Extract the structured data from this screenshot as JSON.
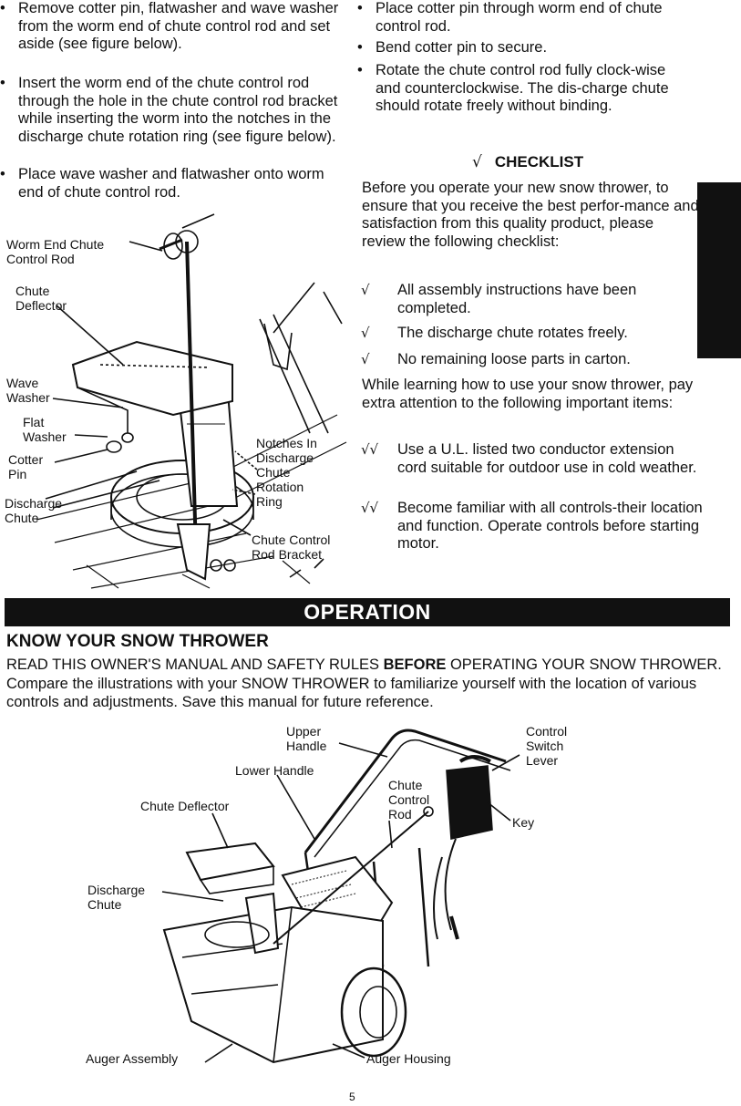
{
  "left_bullets": [
    "Remove cotter pin, flatwasher and wave washer from the worm end of chute control rod and set aside (see figure below).",
    "Insert the worm end of the chute control rod  through the hole in the chute control rod bracket while inserting the worm into the notches in the discharge chute rotation ring (see figure below).",
    "Place wave washer and flatwasher onto worm end of chute control rod."
  ],
  "right_bullets": [
    "Place cotter pin through worm end of chute control rod.",
    "Bend cotter pin to secure.",
    "Rotate the chute control rod fully clock-wise and counterclockwise. The dis-charge chute should rotate freely without binding."
  ],
  "checklist": {
    "mark": "√",
    "title": "CHECKLIST",
    "intro": "Before you operate your new snow thrower, to ensure that you receive the best perfor-mance and satisfaction from this quality product, please review the following checklist:",
    "items": [
      {
        "mark": "√",
        "text": "All assembly instructions have been completed."
      },
      {
        "mark": "√",
        "text": "The discharge chute rotates freely."
      },
      {
        "mark": "√",
        "text": "No remaining loose parts in carton."
      }
    ],
    "learning": "While learning how to use your snow thrower, pay extra attention to the following important items:",
    "important": [
      {
        "mark": "√√",
        "text": "Use a U.L. listed two conductor extension cord suitable for outdoor use in cold weather."
      },
      {
        "mark": "√√",
        "text": "Become familiar with all controls-their location and function. Operate controls before starting motor."
      }
    ]
  },
  "figure1_labels": {
    "worm_end_chute_control_rod": "Worm End Chute\nControl Rod",
    "chute_deflector": "Chute\nDeflector",
    "wave_washer": "Wave\nWasher",
    "flat_washer": "Flat\nWasher",
    "cotter_pin": "Cotter\nPin",
    "discharge_chute": "Discharge\nChute",
    "notches": "Notches In\nDischarge\nChute\nRotation\nRing",
    "chute_control_rod_bracket": "Chute Control\nRod Bracket"
  },
  "operation": {
    "banner": "OPERATION",
    "heading": "KNOW YOUR SNOW THROWER",
    "intro_before": "READ THIS OWNER'S MANUAL AND SAFETY RULES ",
    "intro_bold": "BEFORE",
    "intro_after": " OPERATING YOUR SNOW THROWER. Compare the illustrations with your SNOW THROWER  to familiarize yourself with the location of various controls and adjustments. Save this manual for future reference."
  },
  "figure2_labels": {
    "upper_handle": "Upper\nHandle",
    "lower_handle": "Lower Handle",
    "chute_deflector": "Chute Deflector",
    "chute_control_rod": "Chute\nControl\nRod",
    "control_switch_lever": "Control\nSwitch\nLever",
    "key": "Key",
    "discharge_chute": "Discharge\nChute",
    "auger_assembly": "Auger Assembly",
    "auger_housing": "Auger Housing"
  },
  "page_number": "5"
}
